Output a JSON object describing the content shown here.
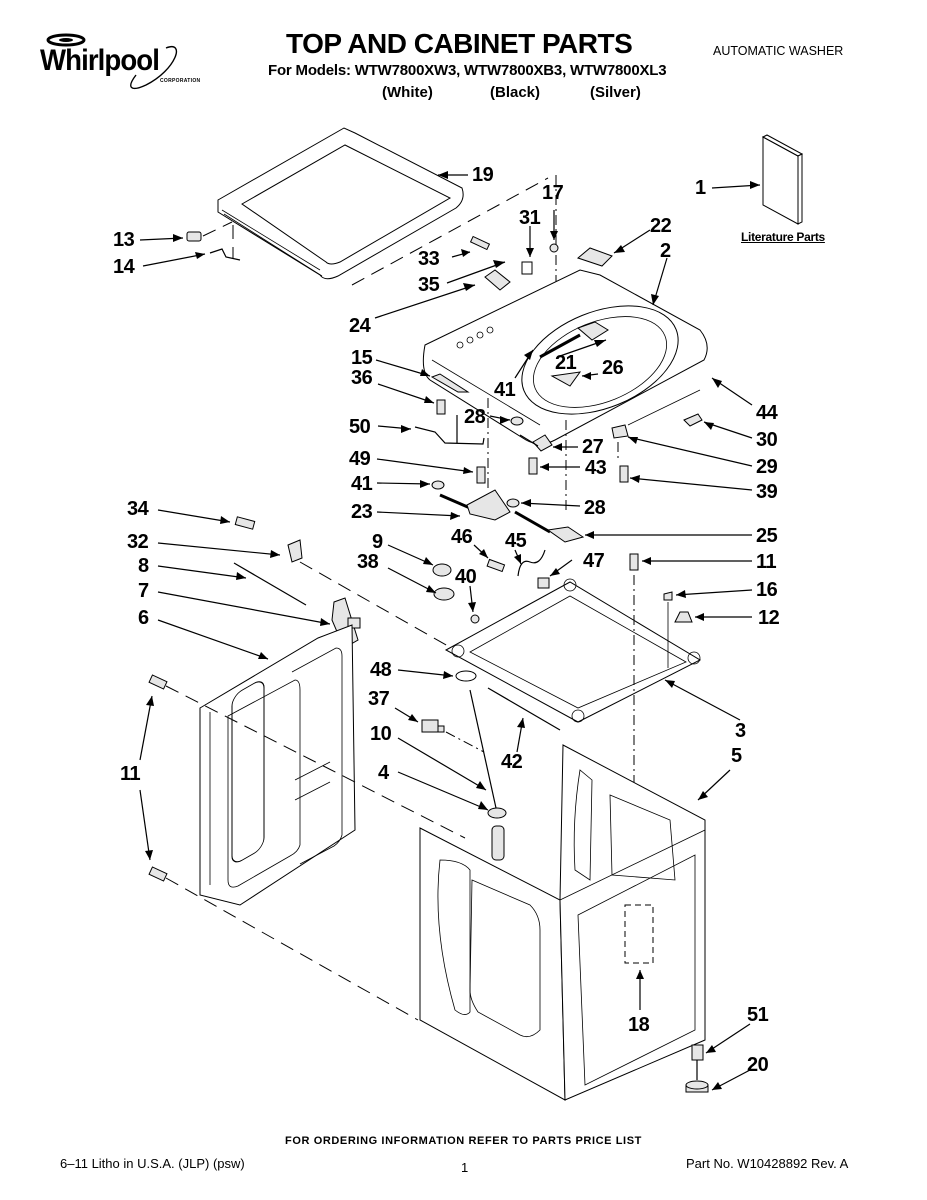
{
  "header": {
    "brand": "Whirlpool",
    "brand_sub": "CORPORATION",
    "title": "TOP AND CABINET PARTS",
    "models_line": "For Models: WTW7800XW3, WTW7800XB3, WTW7800XL3",
    "variants": [
      "(White)",
      "(Black)",
      "(Silver)"
    ],
    "appliance_type": "AUTOMATIC WASHER"
  },
  "literature": {
    "label": "Literature Parts",
    "callout": "1"
  },
  "callouts": {
    "c1": "1",
    "c2": "2",
    "c3": "3",
    "c4": "4",
    "c5": "5",
    "c6": "6",
    "c7": "7",
    "c8": "8",
    "c9": "9",
    "c10": "10",
    "c11a": "11",
    "c11b": "11",
    "c12": "12",
    "c13": "13",
    "c14": "14",
    "c15": "15",
    "c16": "16",
    "c17": "17",
    "c18": "18",
    "c19": "19",
    "c20": "20",
    "c21": "21",
    "c22": "22",
    "c23": "23",
    "c24": "24",
    "c25": "25",
    "c26": "26",
    "c27": "27",
    "c28a": "28",
    "c28b": "28",
    "c29": "29",
    "c30": "30",
    "c31": "31",
    "c32": "32",
    "c33": "33",
    "c34": "34",
    "c35": "35",
    "c36": "36",
    "c37": "37",
    "c38": "38",
    "c39": "39",
    "c40": "40",
    "c41a": "41",
    "c41b": "41",
    "c42": "42",
    "c43": "43",
    "c44": "44",
    "c45": "45",
    "c46": "46",
    "c47": "47",
    "c48": "48",
    "c49": "49",
    "c50": "50",
    "c51": "51"
  },
  "footer": {
    "ordering_note": "FOR ORDERING INFORMATION REFER TO PARTS PRICE LIST",
    "print_info": "6–11 Litho in U.S.A. (JLP) (psw)",
    "page_number": "1",
    "part_number": "Part No. W10428892 Rev. A"
  }
}
